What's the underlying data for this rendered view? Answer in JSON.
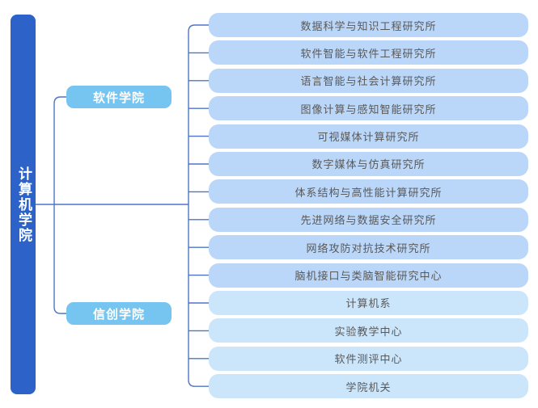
{
  "diagram": {
    "type": "org-chart",
    "root": {
      "label": "计算机学院"
    },
    "branches": [
      {
        "label": "软件学院"
      },
      {
        "label": "信创学院"
      }
    ],
    "leaves": [
      {
        "label": "数据科学与知识工程研究所",
        "group": "institute"
      },
      {
        "label": "软件智能与软件工程研究所",
        "group": "institute"
      },
      {
        "label": "语言智能与社会计算研究所",
        "group": "institute"
      },
      {
        "label": "图像计算与感知智能研究所",
        "group": "institute"
      },
      {
        "label": "可视媒体计算研究所",
        "group": "institute"
      },
      {
        "label": "数字媒体与仿真研究所",
        "group": "institute"
      },
      {
        "label": "体系结构与高性能计算研究所",
        "group": "institute"
      },
      {
        "label": "先进网络与数据安全研究所",
        "group": "institute"
      },
      {
        "label": "网络攻防对抗技术研究所",
        "group": "institute"
      },
      {
        "label": "脑机接口与类脑智能研究中心",
        "group": "institute"
      },
      {
        "label": "计算机系",
        "group": "department"
      },
      {
        "label": "实验教学中心",
        "group": "department"
      },
      {
        "label": "软件测评中心",
        "group": "department"
      },
      {
        "label": "学院机关",
        "group": "department"
      }
    ]
  },
  "colors": {
    "background": "#FFFFFF",
    "root_fill": "#2D63C8",
    "branch_fill": "#76C5F0",
    "institute_fill": "#BAD6F8",
    "department_fill": "#CBE5FB",
    "connector": "#4E74C8",
    "leaf_text": "#595959",
    "node_text": "#FFFFFF"
  }
}
